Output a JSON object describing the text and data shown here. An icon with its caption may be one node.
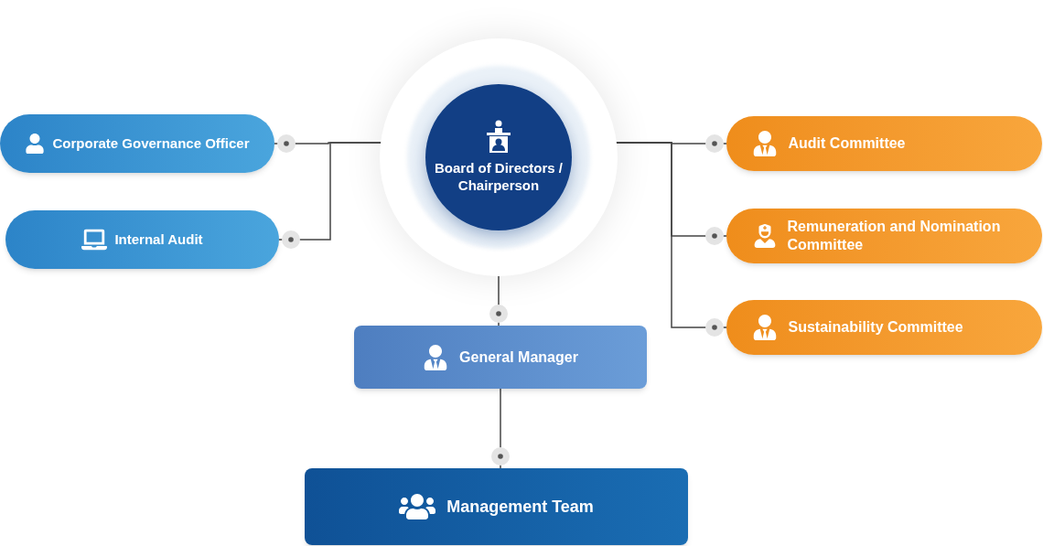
{
  "diagram": {
    "nodes": [
      {
        "text": [
          "Board of Directors / Chairperson"
        ]
      },
      {
        "text": [
          "Corporate Governance Officer"
        ]
      },
      {
        "text": [
          "Internal Audit"
        ]
      },
      {
        "text": [
          "Audit Committee"
        ]
      },
      {
        "text": [
          "Remuneration and Nomination Committee"
        ]
      },
      {
        "text": [
          "Sustainability Committee"
        ]
      },
      {
        "text": [
          "General Manager"
        ]
      },
      {
        "text": [
          "Management Team"
        ]
      }
    ],
    "edges": [
      {
        "from": 0,
        "to": 1,
        "arrow": "other"
      },
      {
        "from": 0,
        "to": 2,
        "arrow": "other"
      },
      {
        "from": 0,
        "to": 3,
        "arrow": "other"
      },
      {
        "from": 0,
        "to": 4,
        "arrow": "other"
      },
      {
        "from": 0,
        "to": 5,
        "arrow": "other"
      },
      {
        "from": 0,
        "to": 6,
        "arrow": "other"
      },
      {
        "from": 6,
        "to": 7,
        "arrow": "other"
      }
    ]
  }
}
